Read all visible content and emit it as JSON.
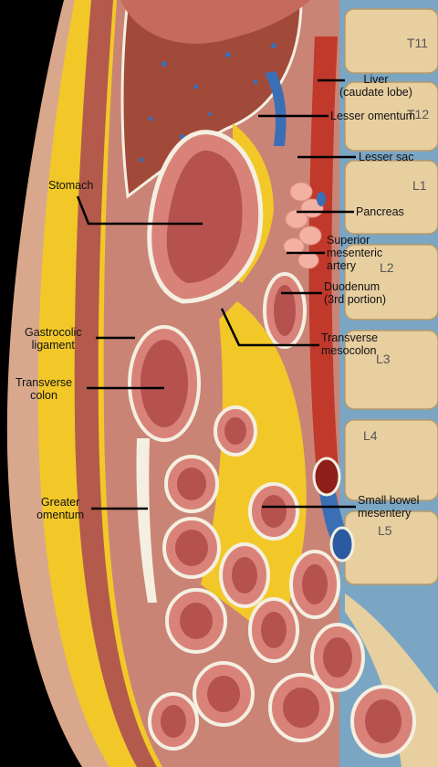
{
  "labels": {
    "liver": "Liver\n(caudate lobe)",
    "lesser_omentum": "Lesser omentum",
    "lesser_sac": "Lesser sac",
    "pancreas": "Pancreas",
    "sma": "Superior\nmesenteric\nartery",
    "duodenum": "Duodenum\n(3rd portion)",
    "transverse_mesocolon": "Transverse\nmesocolon",
    "small_bowel_mesentery": "Small bowel\nmesentery",
    "stomach": "Stomach",
    "gastrocolic_ligament": "Gastrocolic\nligament",
    "transverse_colon": "Transverse\ncolon",
    "greater_omentum": "Greater\nomentum"
  },
  "vertebra_labels": {
    "t11": "T11",
    "t12": "T12",
    "l1": "L1",
    "l2": "L2",
    "l3": "L3",
    "l4": "L4",
    "l5": "L5"
  },
  "colors": {
    "background": "#000000",
    "fat": "#f2c828",
    "muscle": "#b35a4c",
    "bowel": "#d9827a",
    "liver": "#a14a3a",
    "aorta": "#c0392b",
    "vein": "#3b6fb5",
    "bone": "#e8cfa0",
    "disc": "#7aa6c4"
  }
}
